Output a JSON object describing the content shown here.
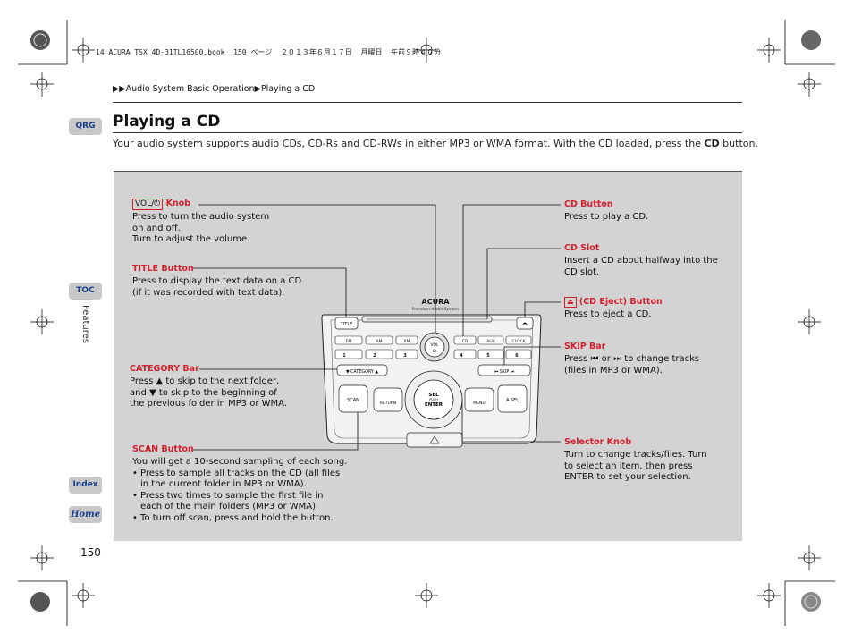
{
  "header": {
    "file_line": "14 ACURA TSX 4D-31TL16500.book  150 ページ  ２０１３年６月１７日  月曜日  午前９時４０分"
  },
  "breadcrumb": {
    "part1": "Audio System Basic Operation",
    "part2": "Playing a CD"
  },
  "page": {
    "title": "Playing a CD",
    "intro_before": "Your audio system supports audio CDs, CD-Rs and CD-RWs in either MP3 or WMA format. With the CD loaded, press the ",
    "intro_bold": "CD",
    "intro_after": " button.",
    "page_number": "150",
    "side_label": "Features"
  },
  "sidebar": {
    "qrg": "QRG",
    "toc": "TOC",
    "index": "Index",
    "home": "Home"
  },
  "callouts": {
    "vol": {
      "badge": "VOL/",
      "title": " Knob",
      "text": [
        "Press to turn the audio system",
        "on and off.",
        "Turn to adjust the volume."
      ]
    },
    "title_button": {
      "title": "TITLE Button",
      "text": [
        "Press to display the text data on a CD",
        "(if it was recorded with text data)."
      ]
    },
    "category": {
      "title": "CATEGORY Bar",
      "text_1a": "Press ",
      "text_1b": " to skip to the next folder,",
      "text_2a": "and ",
      "text_2b": " to skip to the beginning of",
      "text_3": "the previous folder in MP3 or WMA."
    },
    "scan": {
      "title": "SCAN Button",
      "line": "You will get a 10-second sampling of each song.",
      "bullets": [
        "Press to sample all tracks on the CD (all files",
        "in the current folder in MP3 or WMA).",
        "Press two times to sample the first file in",
        "each of the main folders (MP3 or WMA).",
        "To turn off scan, press and hold the button."
      ]
    },
    "cd_button": {
      "title": "CD Button",
      "text": [
        "Press to play a CD."
      ]
    },
    "cd_slot": {
      "title": "CD Slot",
      "text": [
        "Insert a CD about halfway into the",
        "CD slot."
      ]
    },
    "eject": {
      "title": " (CD Eject) Button",
      "text": [
        "Press to eject a CD."
      ]
    },
    "skip": {
      "title": "SKIP Bar",
      "text_1a": "Press ",
      "text_1b": " or ",
      "text_1c": " to change tracks",
      "text_2": "(files in MP3 or WMA)."
    },
    "selector": {
      "title": "Selector Knob",
      "text": [
        "Turn to change tracks/files. Turn",
        "to select an item, then press",
        "ENTER to set your selection."
      ]
    }
  },
  "radio_unit": {
    "brand": "ACURA",
    "subtitle": "Premium Audio System",
    "title_btn": "TITLE",
    "cd_btn": "CD",
    "vol_label": "VOL",
    "buttons_row1": [
      "FM",
      "AM",
      "XM",
      "AUX",
      "CLOCK"
    ],
    "presets": [
      "1",
      "2",
      "3",
      "4",
      "5",
      "6"
    ],
    "category": "CATEGORY",
    "skip": "SKIP",
    "scan": "SCAN",
    "return": "RETURN",
    "sel": "SEL",
    "push": "PUSH",
    "enter": "ENTER",
    "menu": "MENU",
    "asel": "A.SEL"
  },
  "colors": {
    "accent_red": "#d5202e",
    "tab_blue": "#1a3d8c",
    "panel_gray": "#d3d3d3"
  }
}
